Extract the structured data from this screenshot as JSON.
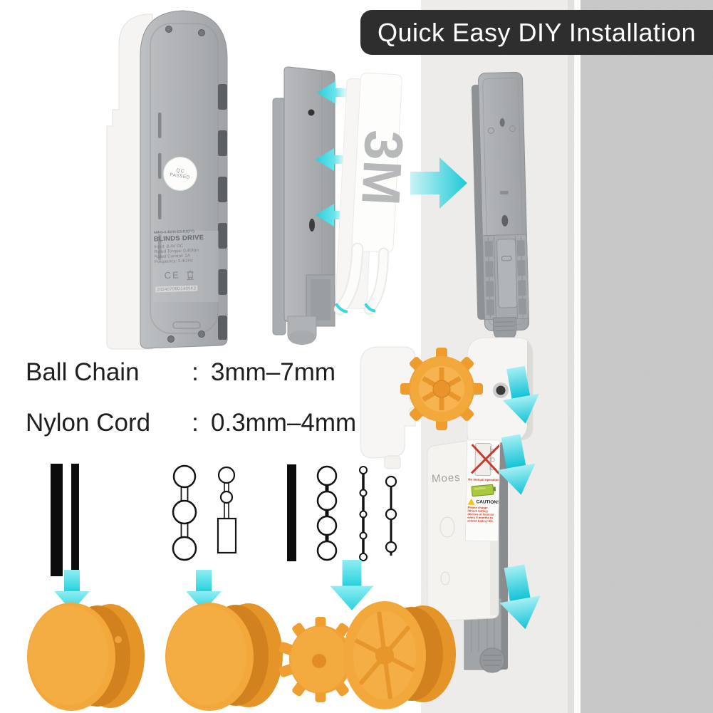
{
  "banner": {
    "title": "Quick Easy DIY Installation"
  },
  "back_label": {
    "model": "AM43-0.45/40-ES-EZ(TY)",
    "product": "BLINDS DRIVE",
    "specs": [
      "Input: 8.4V DC",
      "Rated Torque: 0.45Nm",
      "Rated Current: 1A",
      "Frequency: 2.4GHz"
    ],
    "ce_mark": "CE",
    "serial": "20240706D1405K2"
  },
  "qc_sticker": {
    "line1": "QC",
    "line2": "PASSED"
  },
  "adhesive_brand": "3M",
  "size_specs": {
    "rows": [
      {
        "label": "Ball Chain",
        "separator": ":",
        "value": "3mm–7mm"
      },
      {
        "label": "Nylon Cord",
        "separator": ":",
        "value": "0.3mm–4mm"
      }
    ]
  },
  "motor_unit": {
    "brand": "Moes",
    "warning_label": {
      "no_manual_text": "No manual operation",
      "caution_text": "CAUTION!",
      "note_text": "Please charge lithium battery devices at least on every 6 months to extend battery life."
    }
  },
  "icons": {
    "left-arrow-icon": "◀",
    "right-arrow-icon": "▶",
    "down-arrow-icon": "▼",
    "caution-triangle-icon": "⚠",
    "weee-bin-icon": "crossed-out wheeled bin",
    "red-x-icon": "✕",
    "battery-icon": "battery",
    "qc-passed-badge": "round sticker"
  },
  "colors": {
    "accent_cyan": "#2bd1de",
    "accent_orange": "#f1a63c",
    "banner_bg": "#2e2e2e",
    "wall_light": "#f0efed",
    "wall_dark": "#c9c9c9",
    "device_gray": "#a9acaf",
    "body_white": "#f4f3f0"
  }
}
